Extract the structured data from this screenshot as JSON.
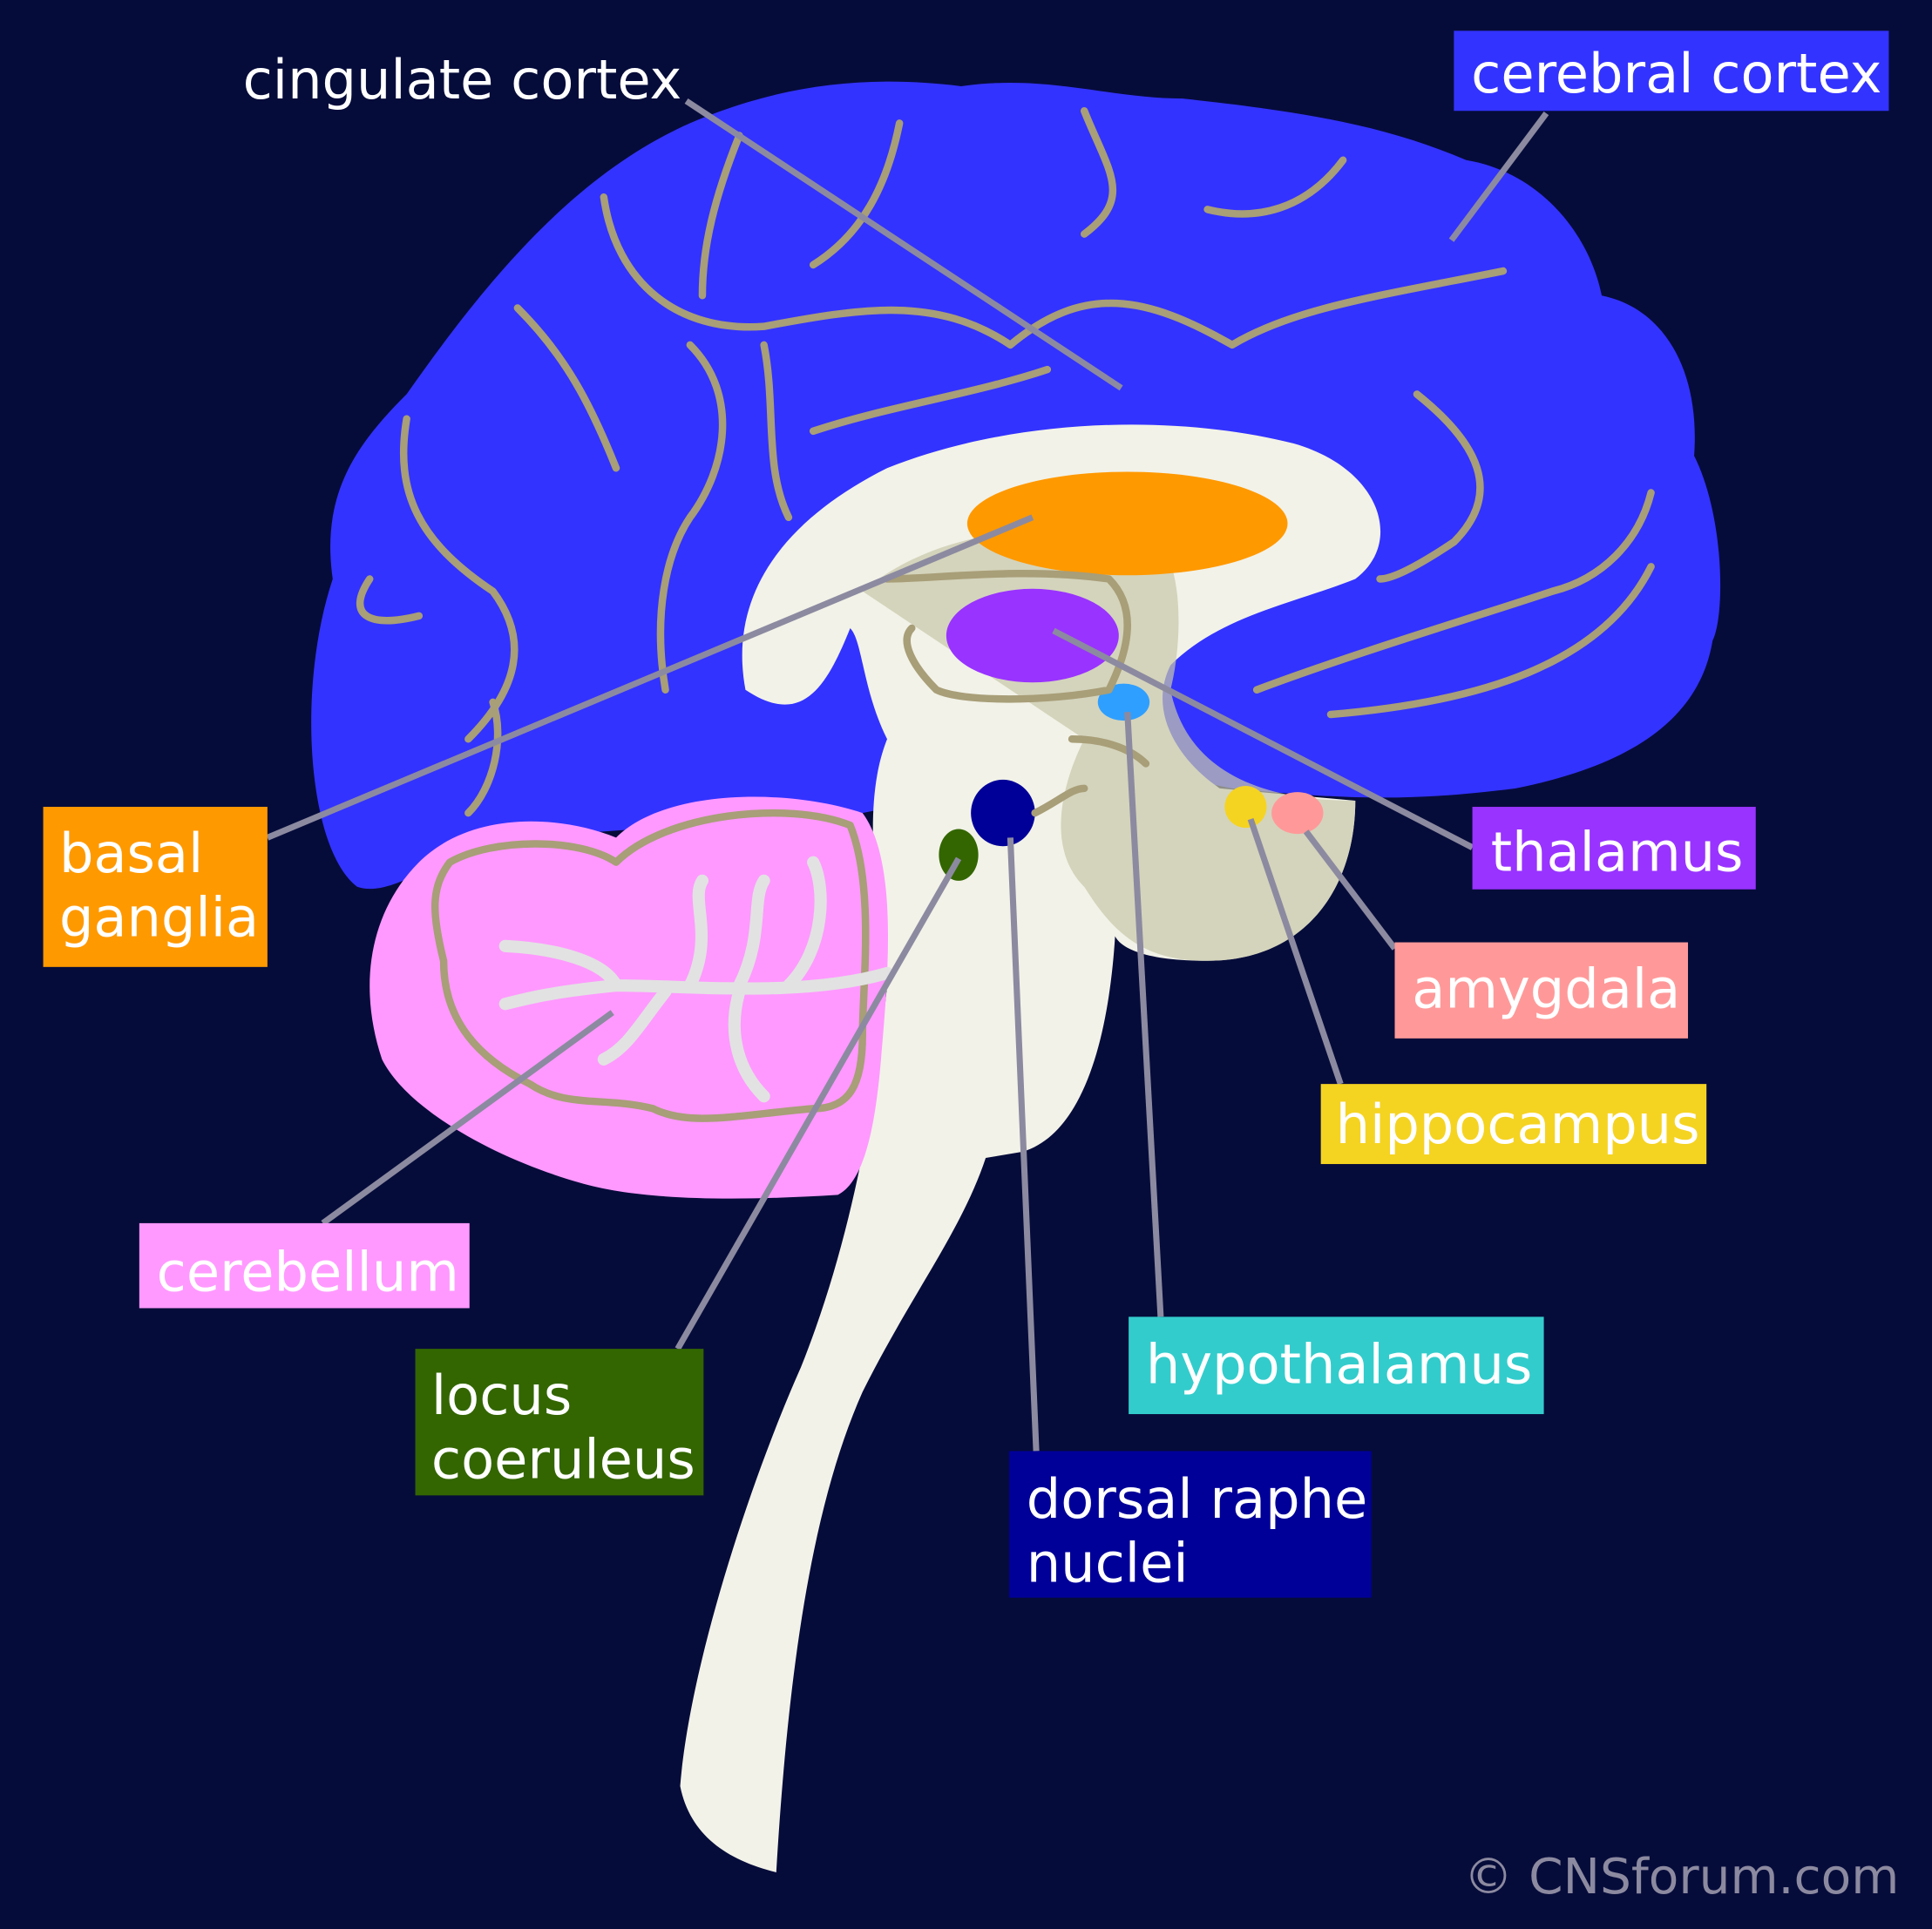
{
  "title": "Brain regions (sagittal view)",
  "colors": {
    "background": "#060c3a",
    "cerebral_cortex": "#3333ff",
    "basal_ganglia": "#ff9900",
    "thalamus": "#9933ff",
    "amygdala": "#ff9999",
    "hippocampus": "#f5d321",
    "cerebellum": "#ff99ff",
    "locus_coeruleus": "#336600",
    "hypothalamus": "#33cccc",
    "dorsal_raphe_nuclei": "#000099",
    "brainstem": "#f2f2e8"
  },
  "labels": {
    "cingulate_cortex": "cingulate cortex",
    "cerebral_cortex": "cerebral cortex",
    "basal_ganglia": [
      "basal",
      "ganglia"
    ],
    "thalamus": "thalamus",
    "amygdala": "amygdala",
    "hippocampus": "hippocampus",
    "cerebellum": "cerebellum",
    "locus_coeruleus": [
      "locus",
      "coeruleus"
    ],
    "hypothalamus": "hypothalamus",
    "dorsal_raphe_nuclei": [
      "dorsal raphe",
      "nuclei"
    ]
  },
  "copyright": "© CNSforum.com"
}
